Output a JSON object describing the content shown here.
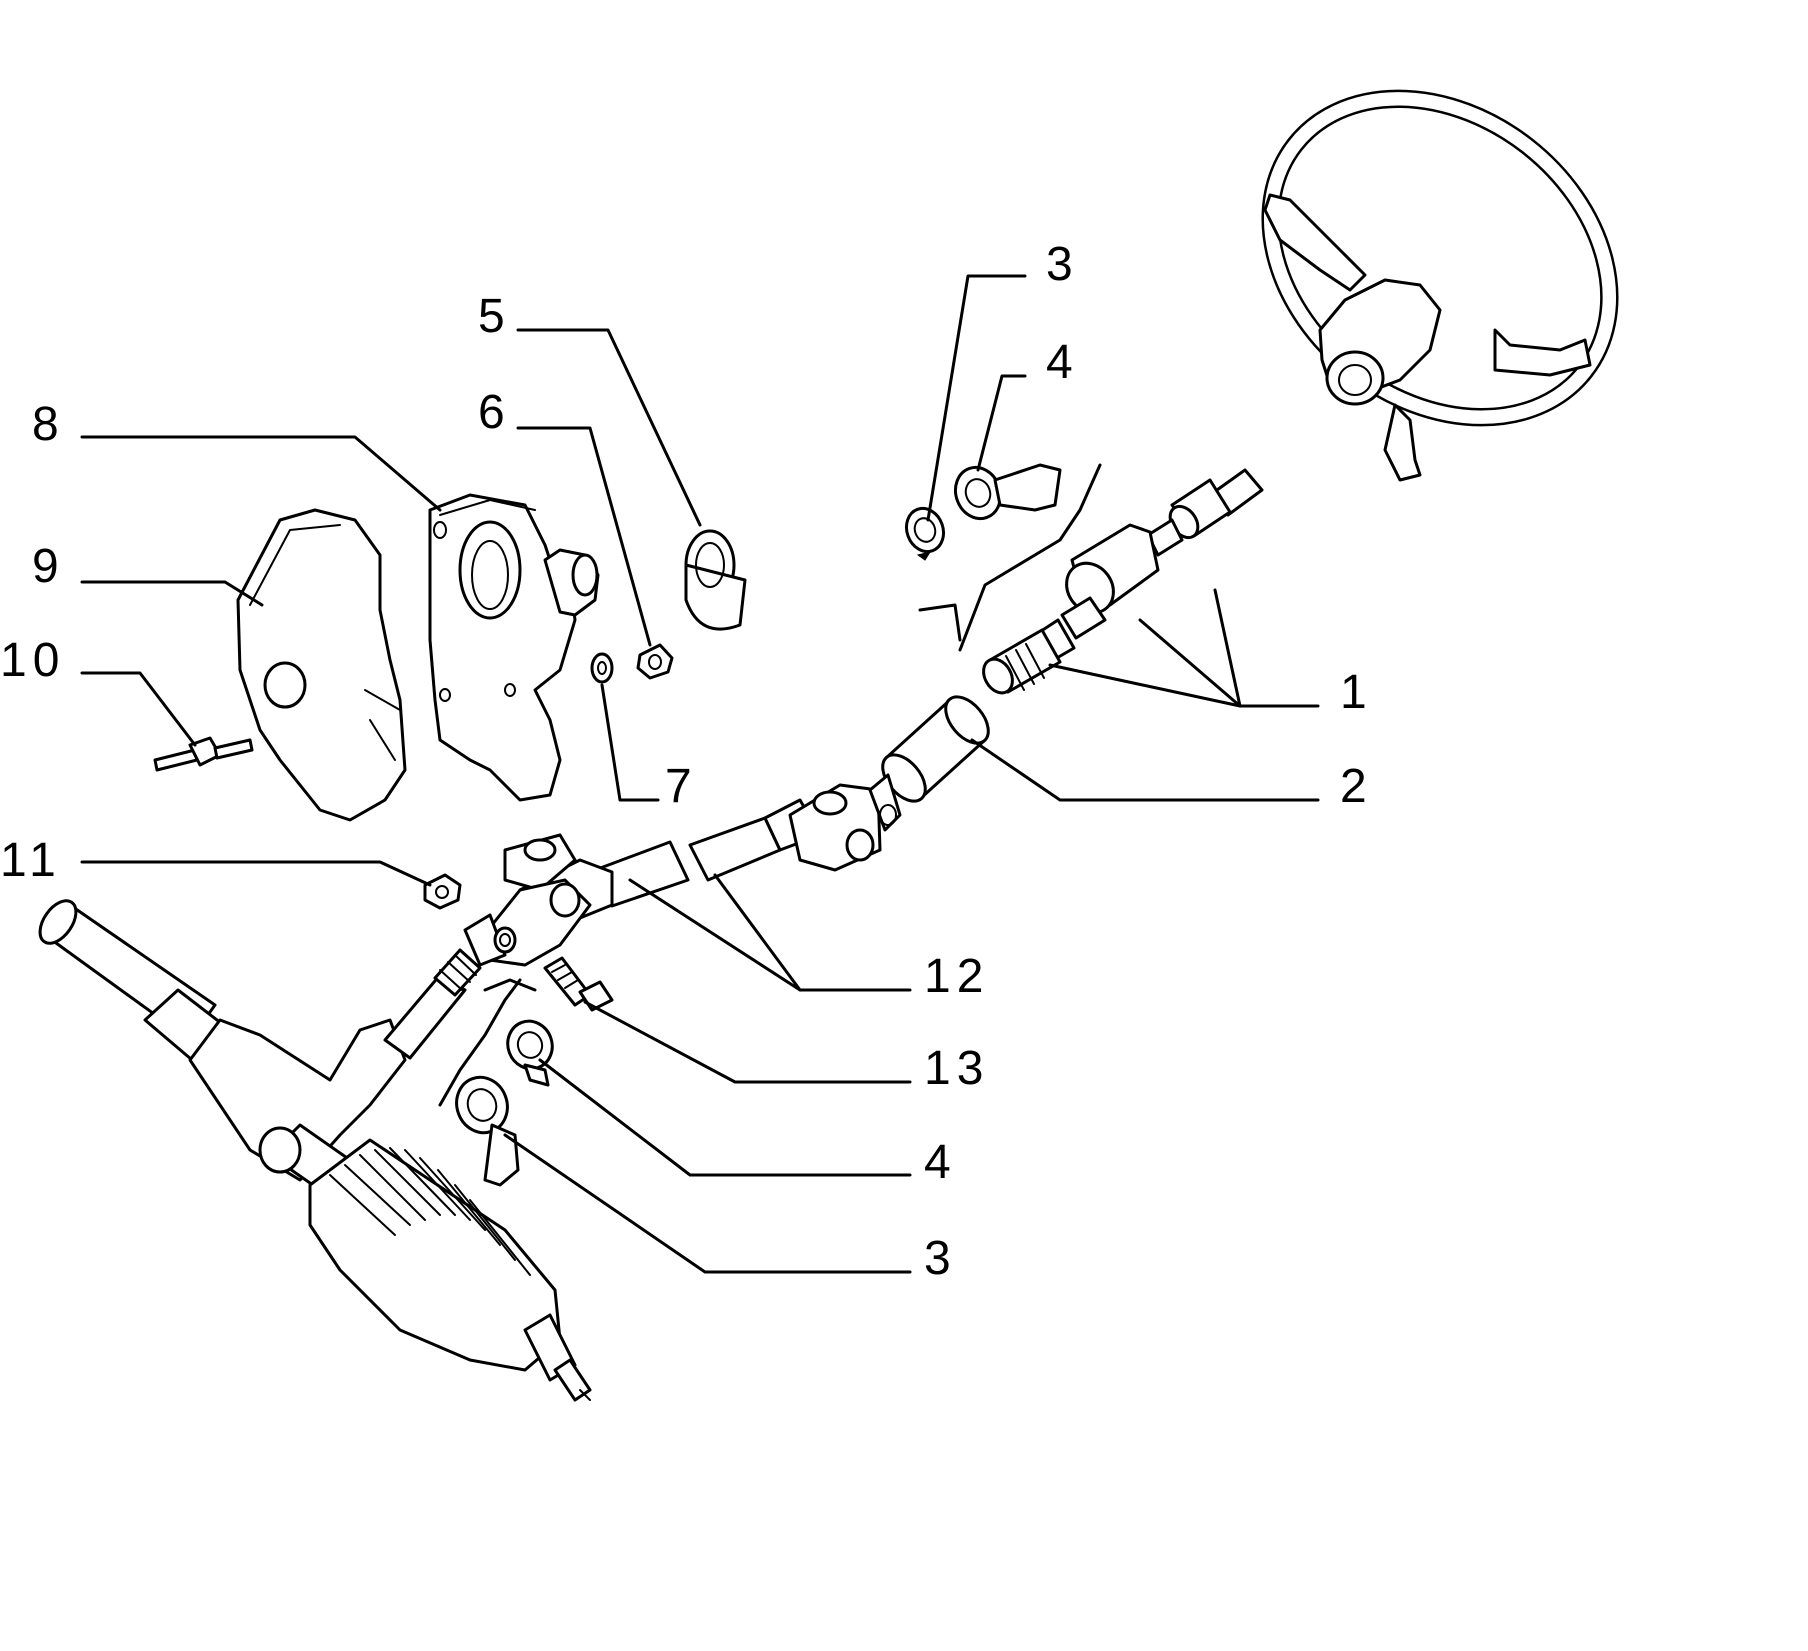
{
  "labels": {
    "l1": "1",
    "l2": "2",
    "l3_top": "3",
    "l3_bottom": "3",
    "l4_top": "4",
    "l4_bottom": "4",
    "l5": "5",
    "l6": "6",
    "l7": "7",
    "l8": "8",
    "l9": "9",
    "l10": "10",
    "l11": "11",
    "l12": "12",
    "l13": "13"
  },
  "colors": {
    "ink": "#000000",
    "paper": "#ffffff"
  }
}
